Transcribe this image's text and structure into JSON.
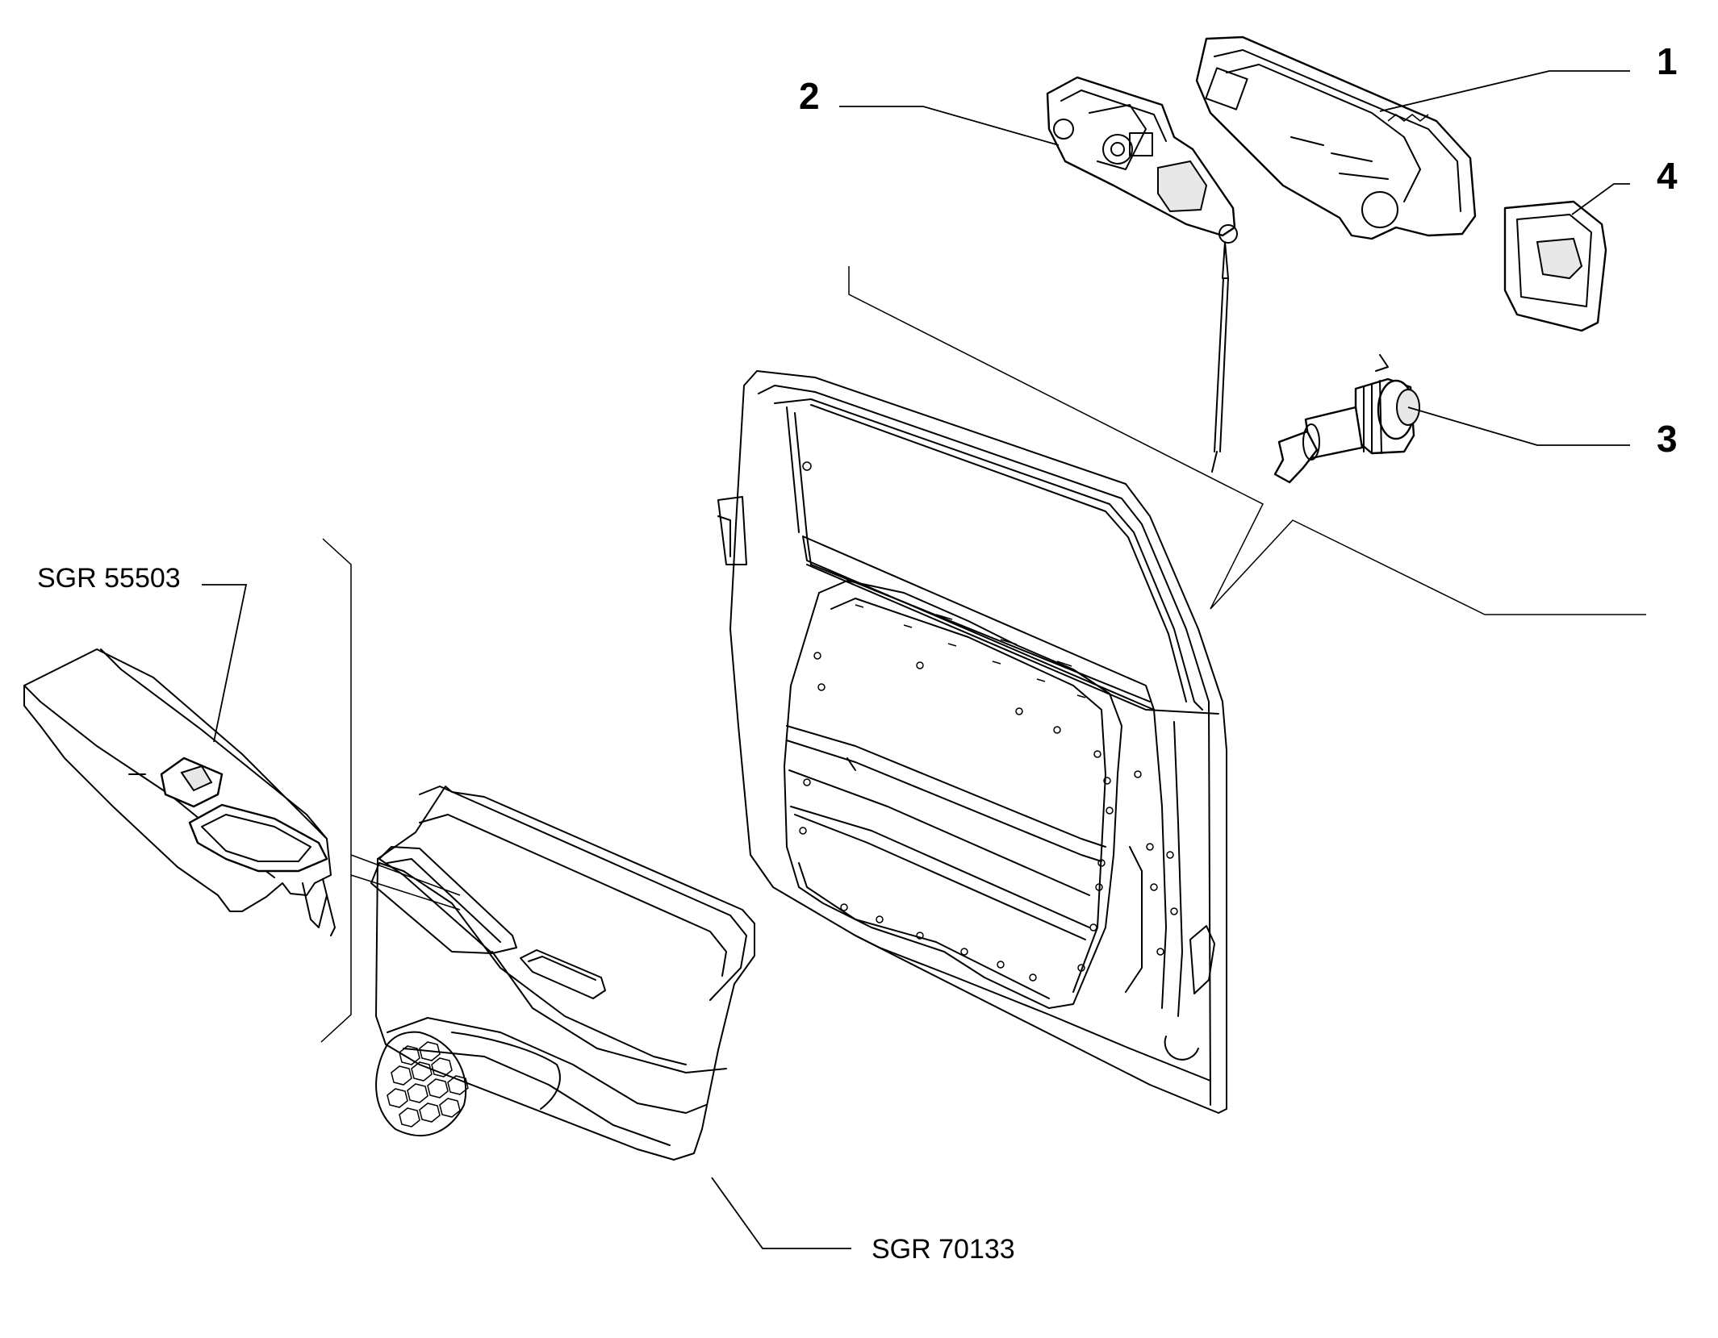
{
  "callouts": {
    "part1": "1",
    "part2": "2",
    "part3": "3",
    "part4": "4"
  },
  "references": {
    "window_switch_panel": "SGR 55503",
    "door_trim_panel": "SGR 70133"
  }
}
